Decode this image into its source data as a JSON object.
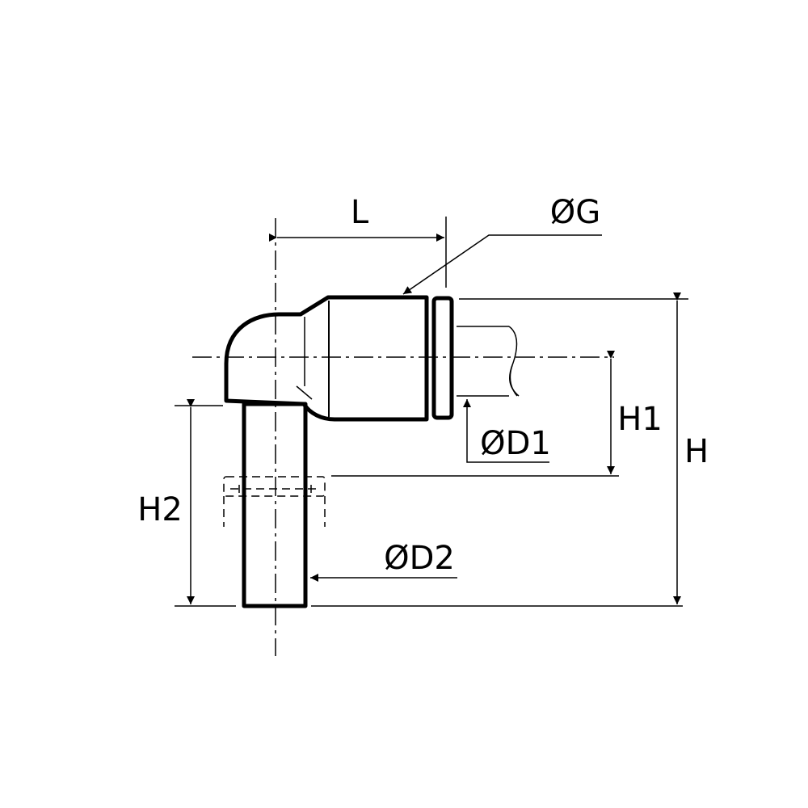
{
  "colors": {
    "line": "#000000",
    "background": "#ffffff"
  },
  "labels": {
    "L": "L",
    "G": "ØG",
    "H": "H",
    "H1": "H1",
    "H2": "H2",
    "D1": "ØD1",
    "D2": "ØD2"
  }
}
